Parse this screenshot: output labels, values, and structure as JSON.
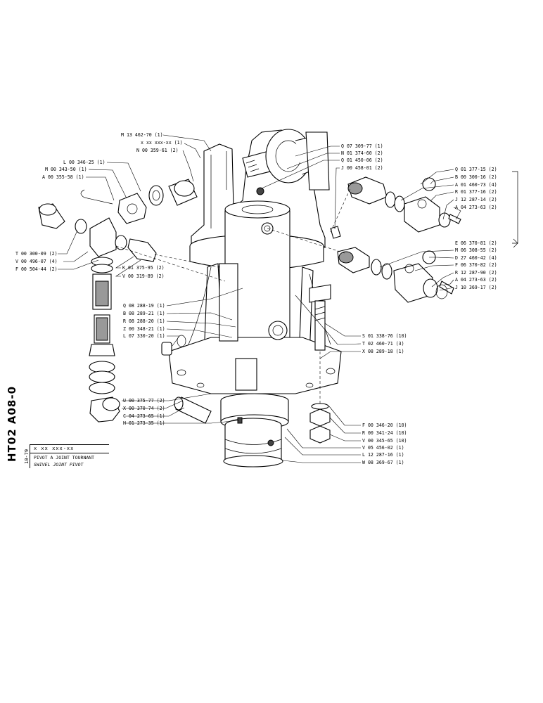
{
  "sidebar": {
    "code": "HT02  A08-0",
    "date": "10-79"
  },
  "title_block": {
    "code": "x xx xxx-xx",
    "title_fr": "PIVOT A JOINT TOURNANT",
    "title_en": "SWIVEL JOINT PIVOT"
  },
  "labels": [
    "M 13 462-70 (1)",
    "x xx xxx-xx (1)",
    "N 00 359-61 (2)",
    "L 00 346-25 (1)",
    "M 00 343-50 (1)",
    "A 00 355-58 (1)",
    "T 00 300-09 (2)",
    "V 00 496-07 (4)",
    "F 00 504-44 (2)",
    "K 01 375-95 (2)",
    "V 00 319-89 (2)",
    "Q 07 309-77 (1)",
    "N 01 374-60 (2)",
    "Q 01 450-06 (2)",
    "J 00 458-01 (2)",
    "Q 01 377-15 (2)",
    "B 00 300-16 (2)",
    "A 01 460-73 (4)",
    "R 01 377-16 (2)",
    "J 12 287-14 (2)",
    "A 04 273-63 (2)",
    "E 06 370-81 (2)",
    "M 06 308-55 (2)",
    "D 27 460-42 (4)",
    "F 06 370-82 (2)",
    "R 12 287-90 (2)",
    "A 04 273-63 (2)",
    "J 10 369-17 (2)",
    "Q 08 288-19 (1)",
    "B 08 289-21 (1)",
    "R 08 288-20 (1)",
    "Z 00 348-21 (1)",
    "L 07 330-20 (1)",
    "S 01 338-76 (10)",
    "T 02 460-71 (3)",
    "X 08 289-18 (1)",
    "U 00 375-77 (2)",
    "X 00 370-74 (2)",
    "C 04 273-65 (1)",
    "H 01 273-35 (1)",
    "F 00 346-20 (10)",
    "R 00 341-24 (10)",
    "V 00 345-65 (10)",
    "V 05 456-02 (1)",
    "L 12 287-16 (1)",
    "W 08 369-67 (1)"
  ]
}
